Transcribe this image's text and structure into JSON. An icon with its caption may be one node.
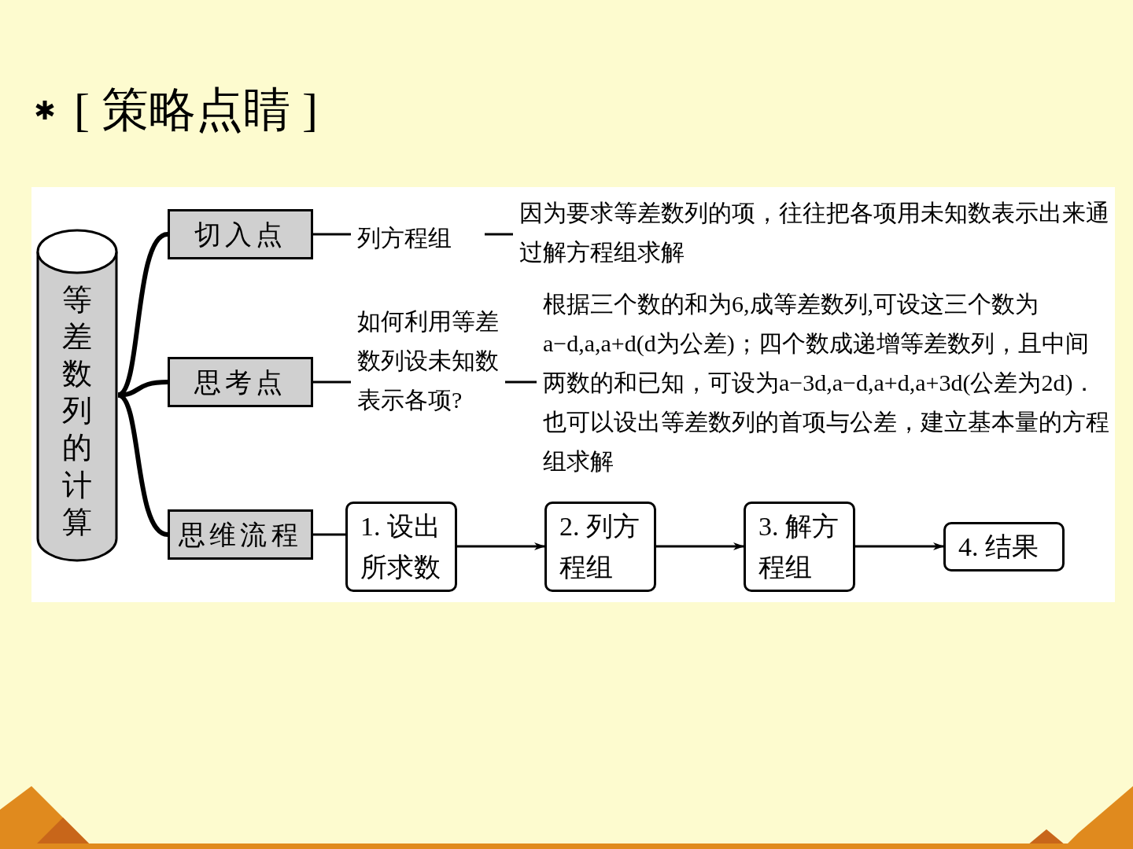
{
  "diagram": {
    "title": "[ 策略点睛 ]",
    "nodes": [
      {
        "text": [
          "等差数列的计算"
        ]
      },
      {
        "text": [
          "切入点"
        ]
      },
      {
        "text": [
          "思考点"
        ]
      },
      {
        "text": [
          "思维流程"
        ]
      },
      {
        "text": [
          "列方程组"
        ]
      },
      {
        "text": [
          "因为要求等差数列的项，往往把各项用未知数表示出来通过解方程组求解"
        ]
      },
      {
        "text": [
          "如何利用等差数列设未知数表示各项?"
        ]
      },
      {
        "text": [
          "根据三个数的和为6,成等差数列,可设这三个数为a−d,a,a+d(d为公差)；四个数成递增等差数列，且中间两数的和已知，可设为a−3d,a−d,a+d,a+3d(公差为2d)．也可以设出等差数列的首项与公差，建立基本量的方程组求解"
        ]
      },
      {
        "text": [
          "1. 设出所求数"
        ]
      },
      {
        "text": [
          "2. 列方程组"
        ]
      },
      {
        "text": [
          "3. 解方程组"
        ]
      },
      {
        "text": [
          "4. 结果"
        ]
      }
    ],
    "edges": [
      {
        "from": 0,
        "to": 1,
        "arrow": "none",
        "style": "thick"
      },
      {
        "from": 0,
        "to": 2,
        "arrow": "none",
        "style": "thick"
      },
      {
        "from": 0,
        "to": 3,
        "arrow": "none",
        "style": "thick"
      },
      {
        "from": 1,
        "to": 4,
        "arrow": "none"
      },
      {
        "from": 4,
        "to": 5,
        "arrow": "none"
      },
      {
        "from": 2,
        "to": 6,
        "arrow": "none"
      },
      {
        "from": 6,
        "to": 7,
        "arrow": "none"
      },
      {
        "from": 3,
        "to": 8,
        "arrow": "none"
      },
      {
        "from": 8,
        "to": 9,
        "arrow": "to"
      },
      {
        "from": 9,
        "to": 10,
        "arrow": "to"
      },
      {
        "from": 10,
        "to": 11,
        "arrow": "to"
      }
    ]
  }
}
